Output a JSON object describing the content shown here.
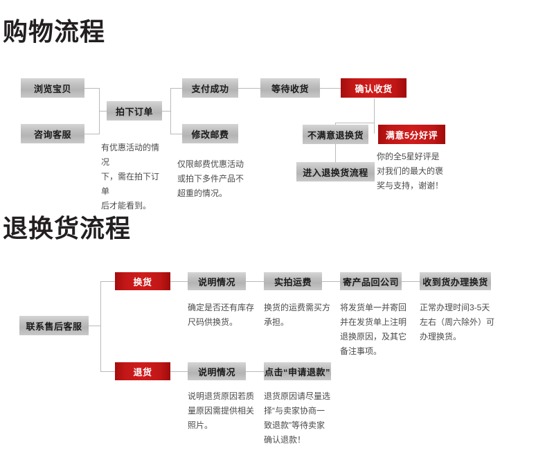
{
  "sections": [
    {
      "id": "shopping",
      "title": "购物流程",
      "boxes": [
        {
          "key": "browse",
          "label": "浏览宝贝",
          "style": "gray"
        },
        {
          "key": "consult",
          "label": "咨询客服",
          "style": "gray"
        },
        {
          "key": "place-order",
          "label": "拍下订单",
          "style": "gray"
        },
        {
          "key": "pay-success",
          "label": "支付成功",
          "style": "gray"
        },
        {
          "key": "modify-postage",
          "label": "修改邮费",
          "style": "gray"
        },
        {
          "key": "await-receipt",
          "label": "等待收货",
          "style": "gray"
        },
        {
          "key": "confirm-receipt",
          "label": "确认收货",
          "style": "red"
        },
        {
          "key": "unsatisfied-return",
          "label": "不满意退换货",
          "style": "gray"
        },
        {
          "key": "satisfied-review",
          "label": "满意5分好评",
          "style": "red"
        },
        {
          "key": "enter-return-flow",
          "label": "进入退换货流程",
          "style": "gray"
        }
      ],
      "notes": [
        {
          "key": "note-place-order",
          "text": "有优惠活动的情况\n下，需在拍下订单\n后才能看到。"
        },
        {
          "key": "note-postage",
          "text": "仅限邮费优惠活动\n或拍下多件产品不\n超重的情况。"
        },
        {
          "key": "note-review",
          "text": "你的全5星好评是\n对我们的最大的褒\n奖与支持，谢谢！"
        }
      ]
    },
    {
      "id": "return-exchange",
      "title": "退换货流程",
      "boxes": [
        {
          "key": "contact-service",
          "label": "联系售后客服",
          "style": "gray"
        },
        {
          "key": "exchange",
          "label": "换货",
          "style": "red"
        },
        {
          "key": "explain-1",
          "label": "说明情况",
          "style": "gray"
        },
        {
          "key": "actual-shipping",
          "label": "实拍运费",
          "style": "gray"
        },
        {
          "key": "send-back",
          "label": "寄产品回公司",
          "style": "gray"
        },
        {
          "key": "receive-process",
          "label": "收到货办理换货",
          "style": "gray"
        },
        {
          "key": "refund",
          "label": "退货",
          "style": "red"
        },
        {
          "key": "explain-2",
          "label": "说明情况",
          "style": "gray"
        },
        {
          "key": "click-apply-refund",
          "label": "点击“申请退款”",
          "style": "gray"
        }
      ],
      "notes": [
        {
          "key": "note-explain-1",
          "text": "确定是否还有库存\n尺码供换货。"
        },
        {
          "key": "note-shipping",
          "text": "换货的运费需买方\n承担。"
        },
        {
          "key": "note-send-back",
          "text": "将发货单一并寄回\n并在发货单上注明\n退换原因，及其它\n备注事项。"
        },
        {
          "key": "note-receive",
          "text": "正常办理时间3-5天\n左右（周六除外）可\n办理换货。"
        },
        {
          "key": "note-explain-2",
          "text": "说明退货原因若质\n量原因需提供相关\n照片。"
        },
        {
          "key": "note-apply-refund",
          "text": "退货原因请尽量选\n择“与卖家协商一\n致退款”等待卖家\n确认退款！"
        }
      ]
    }
  ],
  "colors": {
    "accent_red": "#c21717",
    "box_gray": "#bfbfbf",
    "line_gray": "#b9b9b9",
    "heading": "#231f20",
    "note_text": "#4a4a4a"
  }
}
